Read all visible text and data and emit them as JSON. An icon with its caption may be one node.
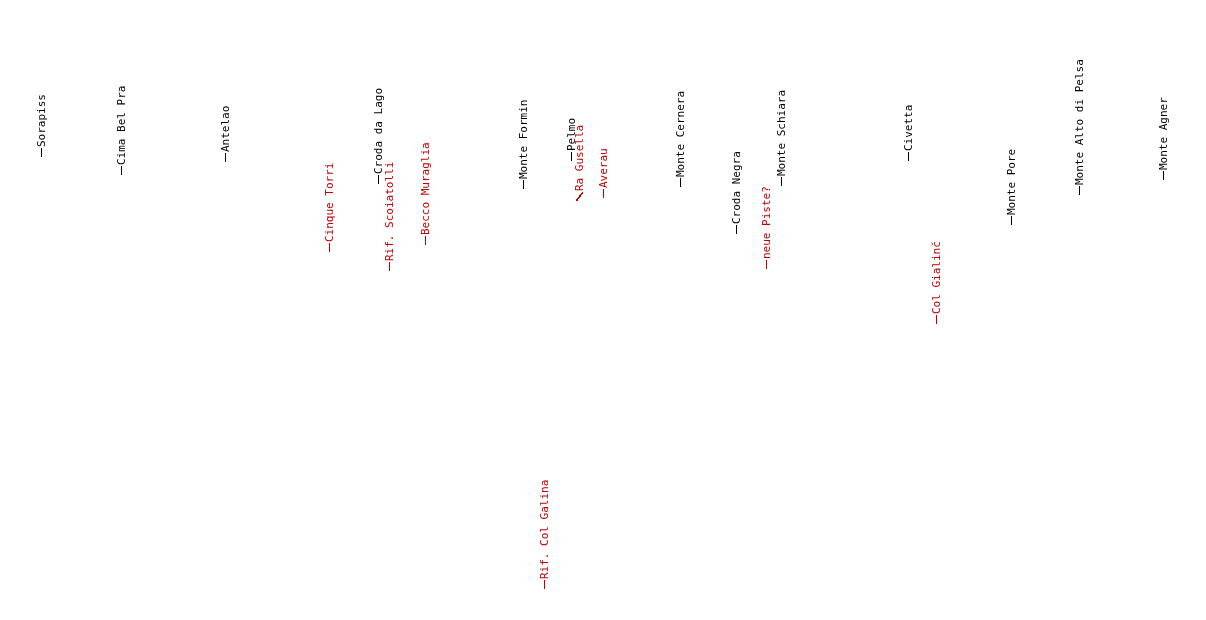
{
  "diagram": {
    "labels": [
      "Sorapiss",
      "Cima Bel Pra",
      "Antelao",
      "Cinque Torri",
      "Croda da Lago",
      "Rif. Scoiatolli",
      "Becco Muraglia",
      "Monte Formin",
      "Pelmo",
      "Ra Gusella",
      "Averau",
      "Monte Cernera",
      "Croda Negra",
      "neue Piste?",
      "Monte Schiara",
      "Civetta",
      "Col Gialinč",
      "Monte Pore",
      "Monte Alto di Pelsa",
      "Monte Agner",
      "Rif. Col Galina"
    ]
  }
}
